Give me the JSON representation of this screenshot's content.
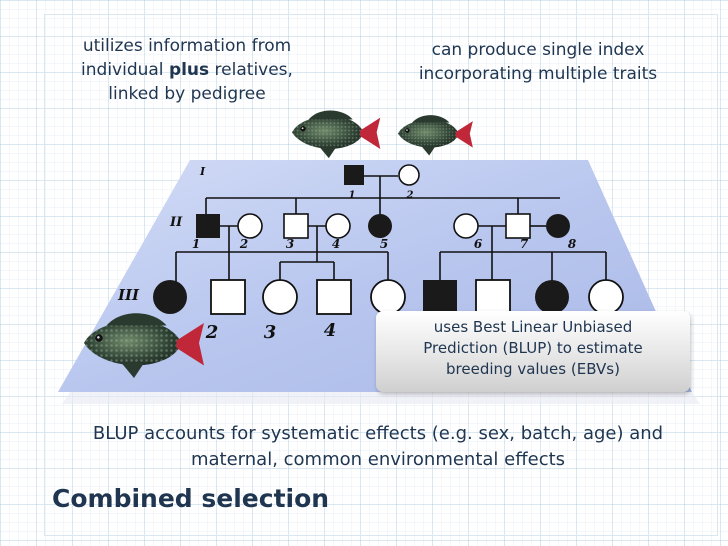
{
  "notes": {
    "left": {
      "line1": "utilizes information from",
      "line2_pre": "individual ",
      "line2_bold": "plus",
      "line2_post": " relatives,",
      "line3": "linked by pedigree"
    },
    "right": {
      "line1": "can produce single index",
      "line2": "incorporating multiple traits"
    },
    "callout": {
      "line1": "uses Best Linear Unbiased",
      "line2": "Prediction (BLUP) to estimate",
      "line3": "breeding values (EBVs)"
    },
    "blup": {
      "line1": "BLUP accounts for systematic effects (e.g. sex, batch, age)  and",
      "line2": "maternal, common environmental effects"
    }
  },
  "title": "Combined selection",
  "pedigree": {
    "generations": [
      "I",
      "II",
      "III"
    ],
    "gen1_labels": [
      "1",
      "2"
    ],
    "gen2_labels": [
      "1",
      "2",
      "3",
      "4",
      "5",
      "6",
      "7",
      "8"
    ],
    "gen3_labels": [
      "2",
      "3",
      "4"
    ]
  },
  "colors": {
    "text": "#1f3550",
    "panel": "#bcc9f0",
    "symbol_dark": "#1a1a1a"
  }
}
